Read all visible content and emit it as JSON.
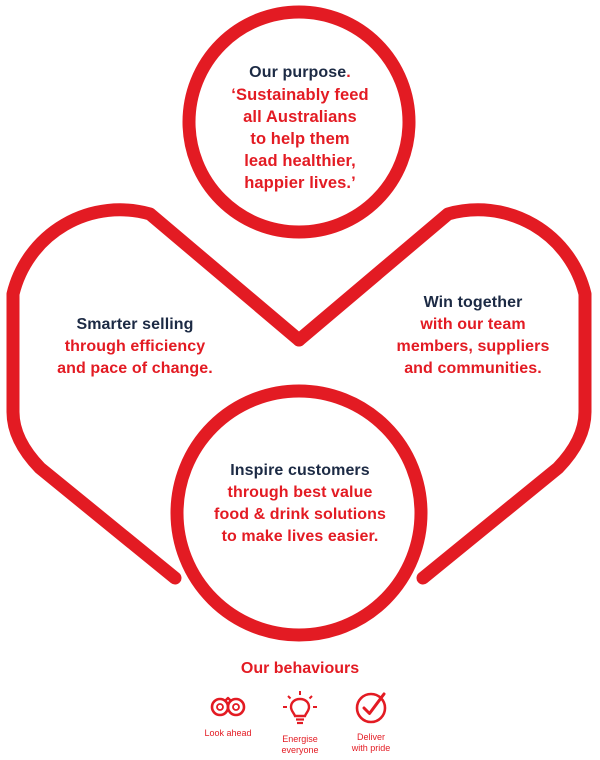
{
  "purpose": {
    "heading": "Our purpose",
    "lines": [
      "‘Sustainably feed",
      "all Australians",
      "to help them",
      "lead healthier,",
      "happier lives.’"
    ]
  },
  "left": {
    "heading": "Smarter selling",
    "lines": [
      "through efficiency",
      "and pace of change."
    ]
  },
  "right": {
    "heading": "Win together",
    "lines": [
      "with our team",
      "members, suppliers",
      "and communities."
    ]
  },
  "bottom": {
    "heading": "Inspire customers",
    "lines": [
      "through best value",
      "food & drink solutions",
      "to make lives easier."
    ]
  },
  "behaviours": {
    "title": "Our behaviours",
    "items": [
      {
        "icon": "binoculars-icon",
        "label": "Look ahead"
      },
      {
        "icon": "lightbulb-icon",
        "label": "Energise\neveryone"
      },
      {
        "icon": "checkmark-badge-icon",
        "label": "Deliver\nwith pride"
      }
    ]
  },
  "colors": {
    "accent": "#e31b23",
    "navy": "#1c2a44"
  }
}
